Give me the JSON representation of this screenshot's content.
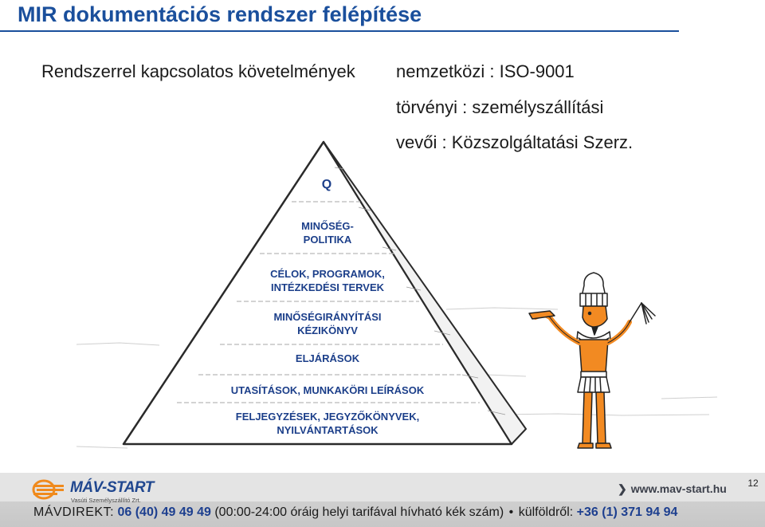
{
  "title": "MIR dokumentációs rendszer felépítése",
  "requirements": {
    "label": "Rendszerrel kapcsolatos követelmények",
    "international": "nemzetközi : ISO-9001",
    "legal": "törvényi : személyszállítási",
    "customer": "vevői : Közszolgáltatási Szerz."
  },
  "pyramid": {
    "apex": "Q",
    "levels": [
      [
        "MINŐSÉG-",
        "POLITIKA"
      ],
      [
        "CÉLOK, PROGRAMOK,",
        "INTÉZKEDÉSI TERVEK"
      ],
      [
        "MINŐSÉGIRÁNYÍTÁSI",
        "KÉZIKÖNYV"
      ],
      [
        "ELJÁRÁSOK"
      ],
      [
        "UTASÍTÁSOK, MUNKAKÖRI LEÍRÁSOK"
      ],
      [
        "FELJEGYZÉSEK, JEGYZŐKÖNYVEK,",
        "NYILVÁNTARTÁSOK"
      ]
    ]
  },
  "footer": {
    "logo_name": "MÁV-START",
    "logo_sub": "Vasúti Személyszállító Zrt.",
    "website": "www.mav-start.hu",
    "page_number": "12",
    "hotline_brand": "MÁVDIREKT:",
    "hotline_number": "06 (40) 49 49 49",
    "hotline_desc": "(00:00-24:00 óráig helyi tarifával hívható kék szám)",
    "abroad_label": "külföldről:",
    "abroad_number": "+36 (1) 371 94 94"
  },
  "colors": {
    "title": "#1a4f9c",
    "pyramid_text": "#1c3f8a",
    "footer_bg": "#d4d4d4",
    "brand_blue": "#20478f",
    "logo_orange": "#f08a1c"
  }
}
